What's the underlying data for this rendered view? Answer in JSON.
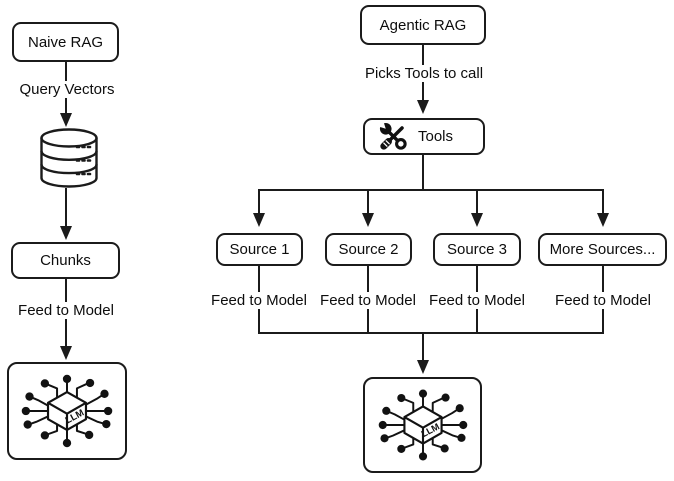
{
  "diagram": {
    "background_color": "#ffffff",
    "line_color": "#1b1b1b",
    "naive_flow": {
      "title": "Naive RAG",
      "edge_label_1": "Query Vectors",
      "db_icon": "database-icon",
      "chunks_label": "Chunks",
      "edge_label_2": "Feed to Model",
      "llm_icon": "llm-network-icon",
      "llm_label": "LLM"
    },
    "agentic_flow": {
      "title": "Agentic RAG",
      "edge_label_1": "Picks Tools to call",
      "tools_icon": "tools-icon",
      "tools_label": "Tools",
      "sources": [
        {
          "label": "Source 1",
          "edge_label": "Feed to Model"
        },
        {
          "label": "Source 2",
          "edge_label": "Feed to Model"
        },
        {
          "label": "Source 3",
          "edge_label": "Feed to Model"
        },
        {
          "label": "More Sources...",
          "edge_label": "Feed to Model"
        }
      ],
      "llm_icon": "llm-network-icon",
      "llm_label": "LLM"
    }
  }
}
